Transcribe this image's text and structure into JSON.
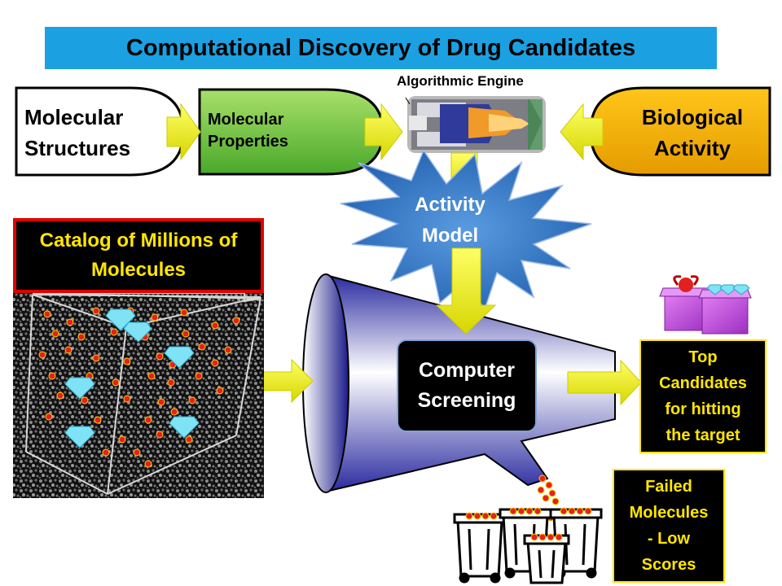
{
  "title": "Computational Discovery of Drug Candidates",
  "engine_label": "Algorithmic Engine",
  "inputs": {
    "structures": [
      "Molecular",
      "Structures"
    ],
    "properties": [
      "Molecular",
      "Properties"
    ],
    "biological": [
      "Biological",
      "Activity"
    ]
  },
  "activity_model": [
    "Activity",
    "Model"
  ],
  "catalog": [
    "Catalog of Millions of",
    "Molecules"
  ],
  "screening": [
    "Computer",
    "Screening"
  ],
  "top_candidates": [
    "Top",
    "Candidates",
    "for hitting",
    "the target"
  ],
  "failed": [
    "Failed",
    "Molecules",
    "- Low",
    "Scores"
  ],
  "colors": {
    "title_bg": "#1ba1e2",
    "properties_fill": "#6fc93a",
    "biological_fill": "#f5b400",
    "arrow": "#ffff00",
    "starburst": "#2e74c8",
    "label_yellow": "#ffe600",
    "catalog_border": "#e00000"
  }
}
